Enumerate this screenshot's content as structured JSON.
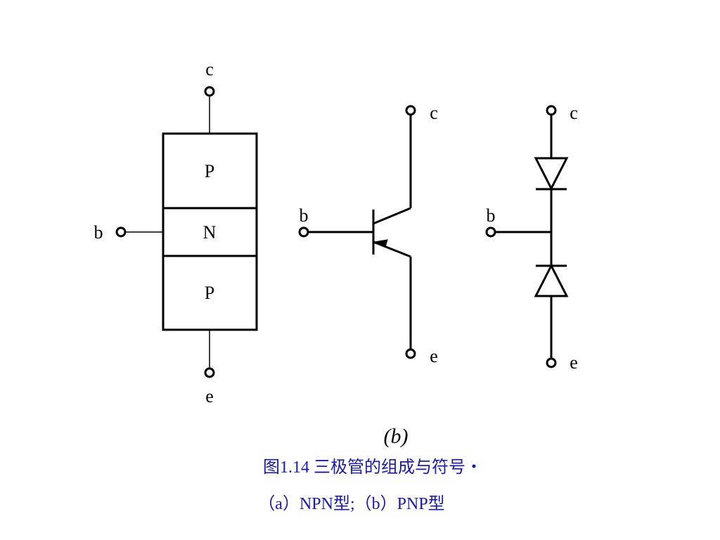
{
  "diagram": {
    "structure": {
      "layers": [
        "P",
        "N",
        "P"
      ],
      "terminals": {
        "collector": "c",
        "base": "b",
        "emitter": "e"
      }
    },
    "symbol": {
      "terminals": {
        "collector": "c",
        "base": "b",
        "emitter": "e"
      }
    },
    "diode_model": {
      "terminals": {
        "collector": "c",
        "base": "b",
        "emitter": "e"
      }
    },
    "sublabel": "(b)",
    "caption_title": "图1.14  三极管的组成与符号・",
    "caption_sub": "（a）NPN型;（b）PNP型"
  },
  "colors": {
    "line": "#000000",
    "caption": "#1a1aa6"
  }
}
